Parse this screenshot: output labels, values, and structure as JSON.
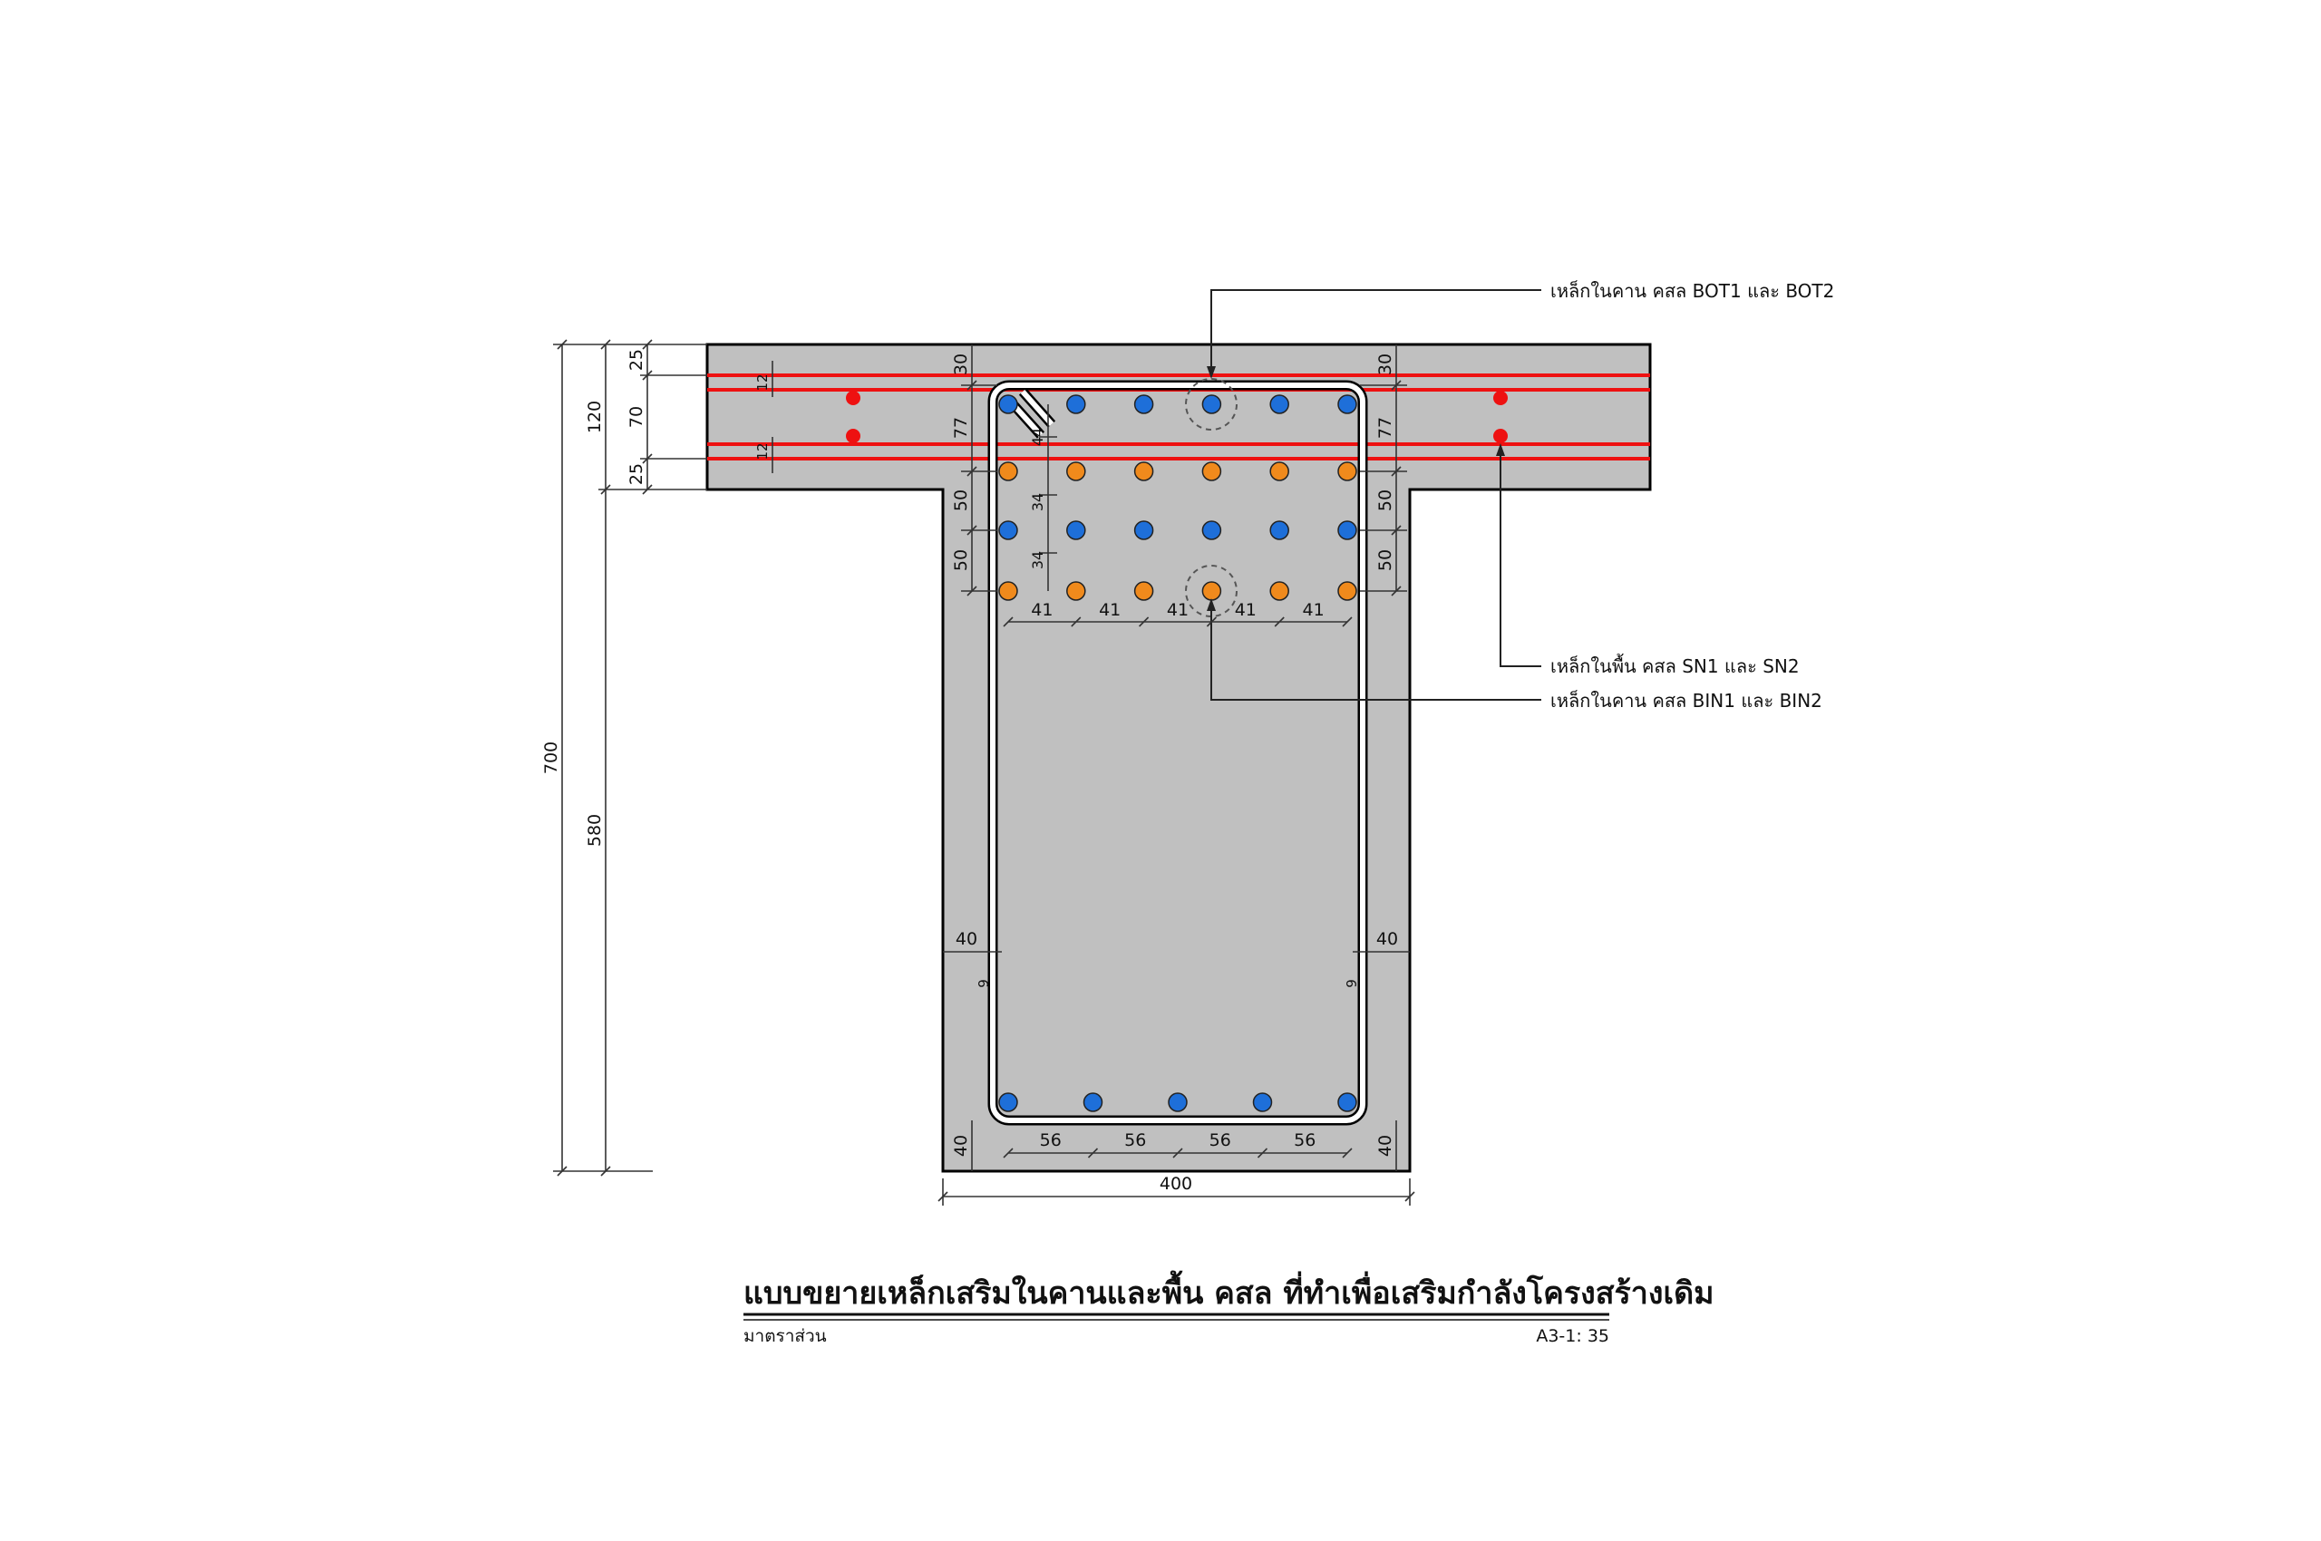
{
  "title": "แบบขยายเหล็กเสริมในคานและพื้น คสล ที่ทำเพื่อเสริมกำลังโครงสร้างเดิม",
  "scale_label": "มาตราส่วน",
  "scale_value": "A3-1: 35",
  "callouts": {
    "beam_top": "เหล็กในคาน คสล BOT1 และ BOT2",
    "slab": "เหล็กในพื้น คสล SN1 และ SN2",
    "beam_inner": "เหล็กในคาน คสล BIN1 และ BIN2"
  },
  "dimensions": {
    "total_height": "700",
    "slab_thickness": "120",
    "web_height": "580",
    "slab_top_cover": "25",
    "slab_bar_spacing": "70",
    "slab_bottom_cover": "25",
    "slab_bar_dia_top": "12",
    "slab_bar_dia_bottom": "12",
    "top_cover_left": "30",
    "top_cover_right": "30",
    "layer_offset_left": "77",
    "layer_offset_right": "77",
    "layer_gap_1_left": "50",
    "layer_gap_2_left": "50",
    "layer_gap_1_right": "50",
    "layer_gap_2_right": "50",
    "inner_gap_a": "44",
    "inner_gap_b": "34",
    "inner_gap_c": "34",
    "top_bar_spacing": [
      "41",
      "41",
      "41",
      "41",
      "41"
    ],
    "side_cover_left": "40",
    "side_cover_right": "40",
    "stirrup_left": "9",
    "stirrup_right": "9",
    "bottom_cover_left": "40",
    "bottom_cover_right": "40",
    "bottom_bar_spacing": [
      "56",
      "56",
      "56",
      "56"
    ],
    "beam_width": "400"
  },
  "colors": {
    "concrete": "#c0c0c0",
    "outline": "#000000",
    "bar_blue": "#1e6fd9",
    "bar_orange": "#f08a1c",
    "bar_red": "#ee1111",
    "stirrup": "#ffffff"
  },
  "counts": {
    "top_layer_bars": 6,
    "second_layer_bars": 6,
    "third_layer_bars": 6,
    "fourth_layer_bars": 6,
    "bottom_layer_bars": 5
  }
}
